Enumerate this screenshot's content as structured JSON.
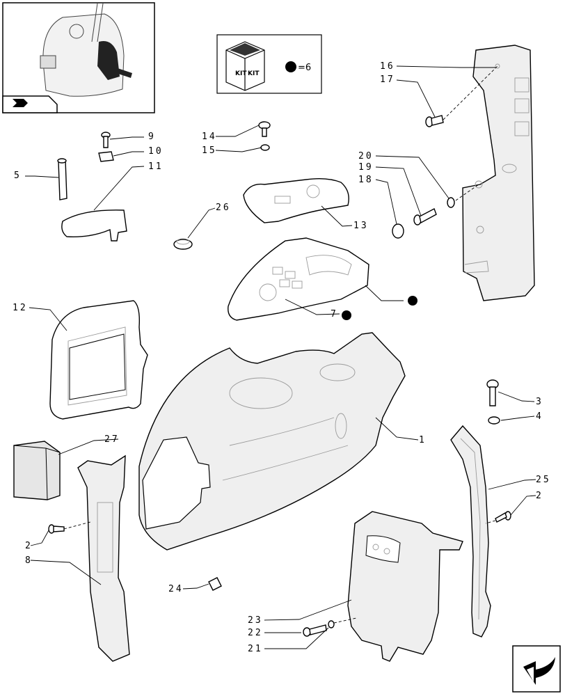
{
  "kit_box": {
    "badge_left": "KIT",
    "badge_right": "KIT",
    "legend_text": "=6",
    "legend_symbol": "filled-dot"
  },
  "callouts": {
    "c1": "1",
    "c2a": "2",
    "c2b": "2",
    "c3": "3",
    "c4": "4",
    "c5": "5",
    "c7": "7",
    "c8": "8",
    "c9": "9",
    "c10": "10",
    "c11": "11",
    "c12": "12",
    "c13": "13",
    "c14": "14",
    "c15": "15",
    "c16": "16",
    "c17": "17",
    "c18": "18",
    "c19": "19",
    "c20": "20",
    "c21": "21",
    "c22": "22",
    "c23": "23",
    "c24": "24",
    "c25": "25",
    "c26": "26",
    "c27": "27"
  },
  "icons": {
    "thumbnail": "tractor-cab-thumbnail",
    "thumbnail_nav": "nav-arrow-icon",
    "next_page": "next-page-arrow-icon"
  }
}
